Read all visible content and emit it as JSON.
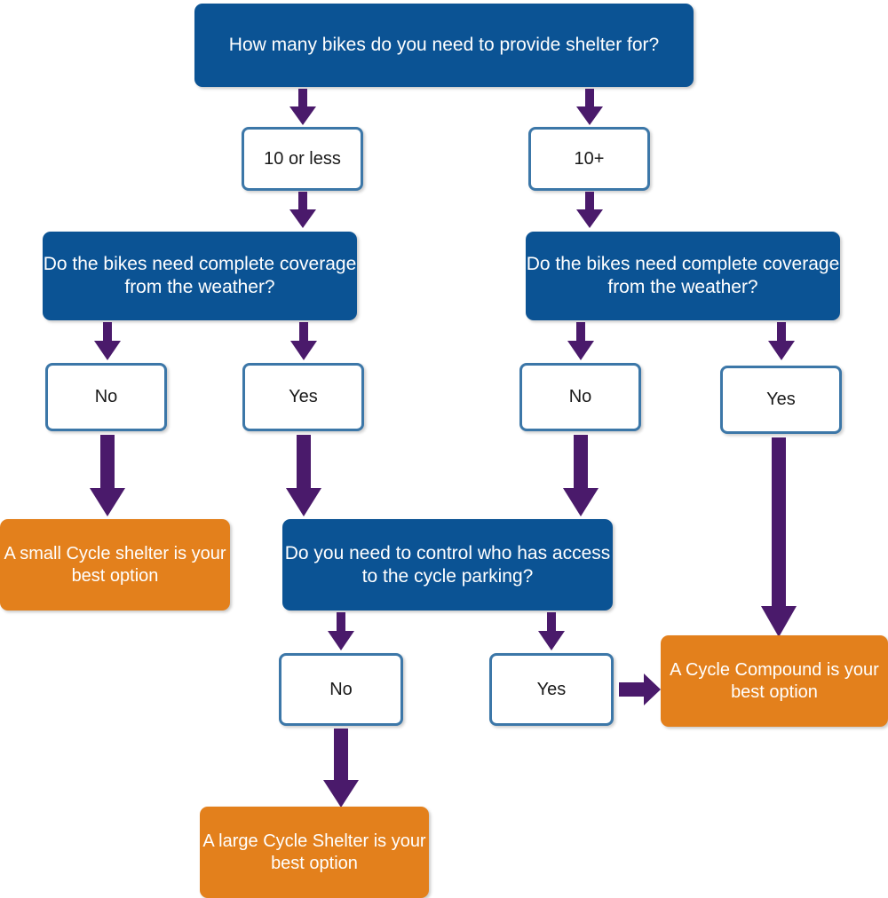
{
  "diagram": {
    "title": "Cycle shelter selection flowchart",
    "colors": {
      "question_fill": "#0b5394",
      "answer_border": "#3c77a8",
      "answer_fill": "#ffffff",
      "outcome_fill": "#e3801c",
      "arrow": "#4a1a6b",
      "text_light": "#ffffff",
      "text_dark": "#1a1a1a",
      "background": "#ffffff"
    },
    "nodes": {
      "start_question": "How many bikes do you need to provide shelter  for?",
      "branch_left": "10 or less",
      "branch_right": "10+",
      "weather_question_left": "Do the bikes need complete coverage from the weather?",
      "weather_question_right": "Do the bikes need complete coverage from the weather?",
      "left_no": "No",
      "left_yes": "Yes",
      "right_no": "No",
      "right_yes": "Yes",
      "access_question": "Do you need to control who has access to the cycle parking?",
      "access_no": "No",
      "access_yes": "Yes",
      "outcome_small_shelter": "A small Cycle shelter is your best option",
      "outcome_large_shelter": "A large Cycle Shelter is your best option",
      "outcome_compound": "A Cycle Compound is your best option"
    },
    "arrows": {
      "start_to_left": "down-arrow-icon",
      "start_to_right": "down-arrow-icon",
      "left_branch_to_weather": "down-arrow-icon",
      "right_branch_to_weather": "down-arrow-icon",
      "weatherleft_to_no": "down-arrow-icon",
      "weatherleft_to_yes": "down-arrow-icon",
      "weatherright_to_no": "down-arrow-icon",
      "weatherright_to_yes": "down-arrow-icon",
      "leftno_to_small": "down-arrow-icon",
      "leftyes_to_access": "down-arrow-icon",
      "rightno_to_access": "down-arrow-icon",
      "rightyes_to_compound": "down-arrow-icon",
      "access_to_no": "down-arrow-icon",
      "access_to_yes": "down-arrow-icon",
      "accessno_to_large": "down-arrow-icon",
      "accessyes_to_compound": "right-arrow-icon"
    }
  }
}
